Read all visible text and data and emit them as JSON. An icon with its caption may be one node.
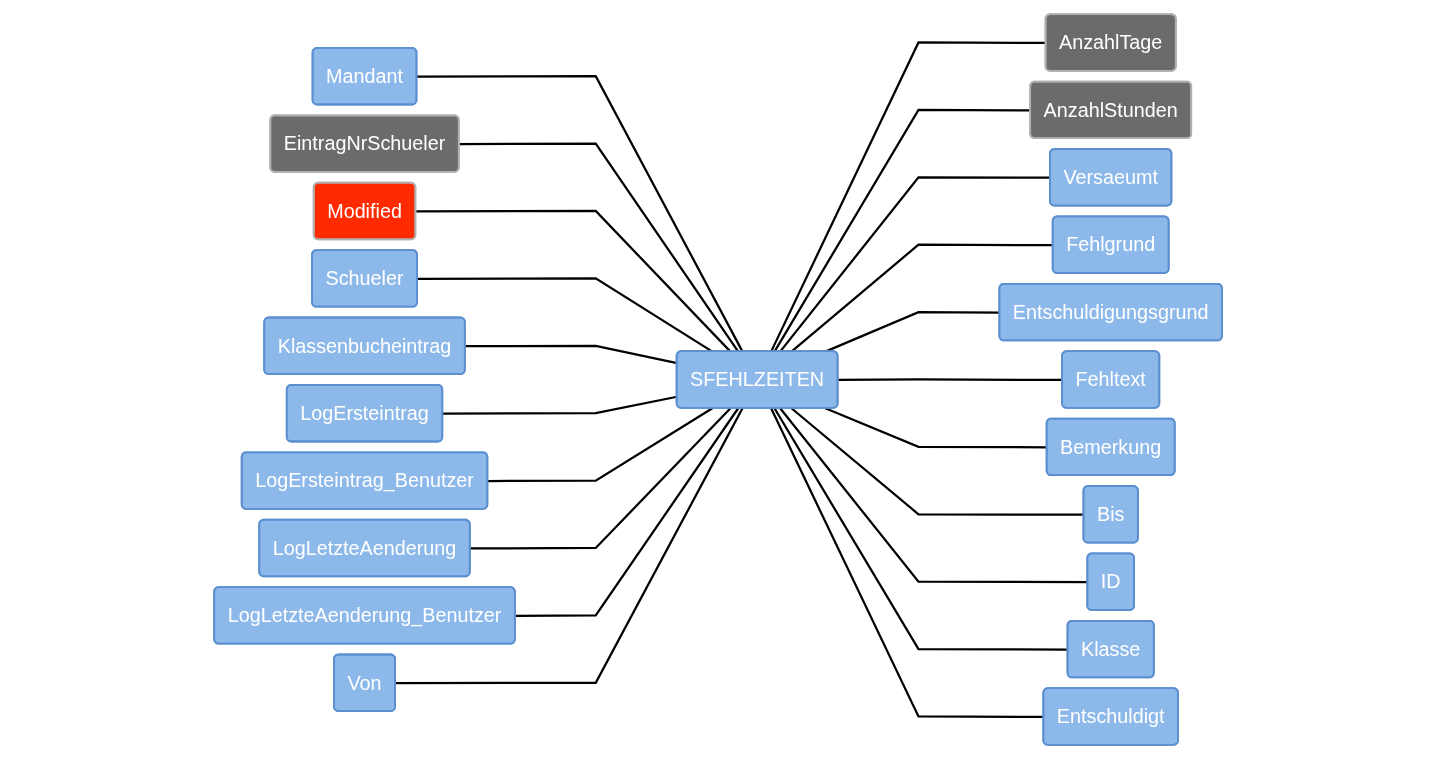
{
  "diagram": {
    "nodes": [
      {
        "text": [
          "Mandant"
        ]
      },
      {
        "text": [
          "EintragNrSchueler"
        ]
      },
      {
        "text": [
          "Modified"
        ]
      },
      {
        "text": [
          "AnzahlTage"
        ]
      },
      {
        "text": [
          "AnzahlStunden"
        ]
      },
      {
        "text": [
          "Schueler"
        ]
      },
      {
        "text": [
          "Versaeumt"
        ]
      },
      {
        "text": [
          "Klassenbucheintrag"
        ]
      },
      {
        "text": [
          "Fehlgrund"
        ]
      },
      {
        "text": [
          "SFEHLZEITEN"
        ]
      },
      {
        "text": [
          "LogErsteintrag"
        ]
      },
      {
        "text": [
          "Entschuldigungsgrund"
        ]
      },
      {
        "text": [
          "LogErsteintrag_Benutzer"
        ]
      },
      {
        "text": [
          "Fehltext"
        ]
      },
      {
        "text": [
          "LogLetzteAenderung"
        ]
      },
      {
        "text": [
          "Bemerkung"
        ]
      },
      {
        "text": [
          "LogLetzteAenderung_Benutzer"
        ]
      },
      {
        "text": [
          "Von"
        ]
      },
      {
        "text": [
          "Bis"
        ]
      },
      {
        "text": [
          "ID"
        ]
      },
      {
        "text": [
          "Klasse"
        ]
      },
      {
        "text": [
          "Entschuldigt"
        ]
      }
    ],
    "edges": [
      {
        "from": 0,
        "to": 9,
        "arrow": "none"
      },
      {
        "from": 1,
        "to": 9,
        "arrow": "none"
      },
      {
        "from": 2,
        "to": 9,
        "arrow": "none"
      },
      {
        "from": 9,
        "to": 3,
        "arrow": "none"
      },
      {
        "from": 9,
        "to": 4,
        "arrow": "none"
      },
      {
        "from": 5,
        "to": 9,
        "arrow": "none"
      },
      {
        "from": 9,
        "to": 6,
        "arrow": "none"
      },
      {
        "from": 7,
        "to": 9,
        "arrow": "none"
      },
      {
        "from": 9,
        "to": 8,
        "arrow": "none"
      },
      {
        "from": 10,
        "to": 9,
        "arrow": "none"
      },
      {
        "from": 9,
        "to": 11,
        "arrow": "none"
      },
      {
        "from": 12,
        "to": 9,
        "arrow": "none"
      },
      {
        "from": 9,
        "to": 13,
        "arrow": "none"
      },
      {
        "from": 14,
        "to": 9,
        "arrow": "none"
      },
      {
        "from": 9,
        "to": 15,
        "arrow": "none"
      },
      {
        "from": 16,
        "to": 9,
        "arrow": "none"
      },
      {
        "from": 17,
        "to": 9,
        "arrow": "none"
      },
      {
        "from": 9,
        "to": 18,
        "arrow": "none"
      },
      {
        "from": 9,
        "to": 19,
        "arrow": "none"
      },
      {
        "from": 9,
        "to": 20,
        "arrow": "none"
      },
      {
        "from": 9,
        "to": 21,
        "arrow": "none"
      }
    ]
  }
}
